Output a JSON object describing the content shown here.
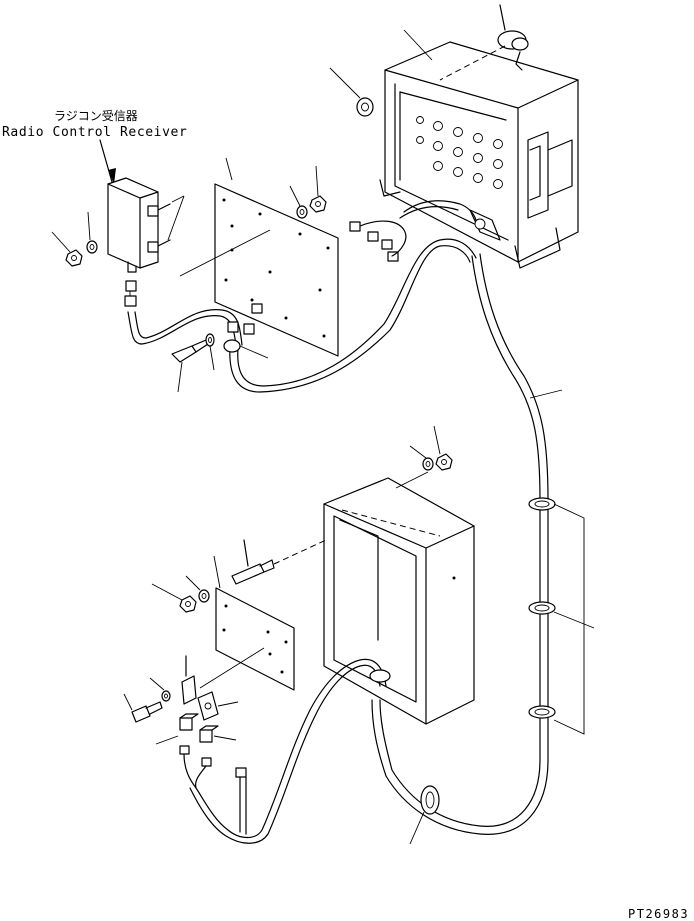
{
  "labels": {
    "receiver_jp": "ラジコン受信器",
    "receiver_en": "Radio Control Receiver",
    "drawing_code": "PT26983"
  }
}
